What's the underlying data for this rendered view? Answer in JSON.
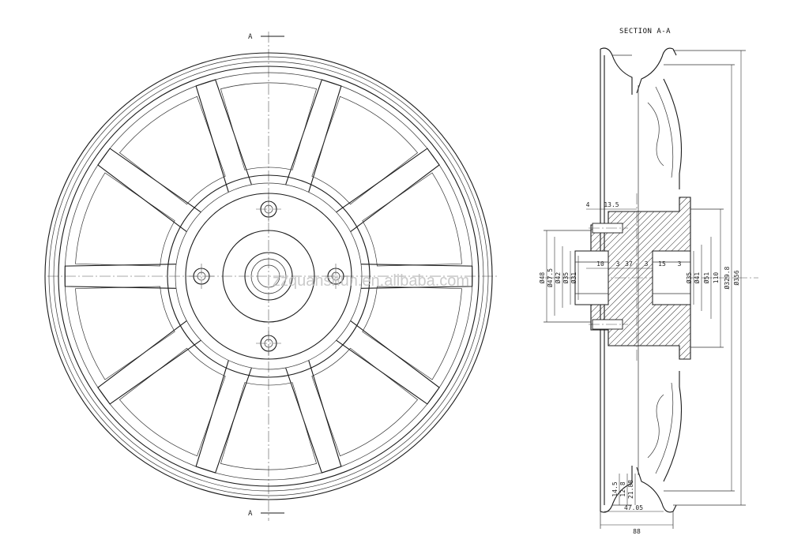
{
  "front_view": {
    "section_mark_top": "A",
    "section_mark_bottom": "A",
    "spoke_count": 10,
    "bolt_hole_count": 4
  },
  "section_view": {
    "title": "SECTION A-A",
    "left_dims": [
      "Ø48",
      "Ø47.5",
      "Ø42",
      "Ø35",
      "Ø31"
    ],
    "right_dims": [
      "Ø35",
      "Ø41",
      "Ø51",
      "110",
      "Ø329.8",
      "Ø356"
    ],
    "hub_dims": [
      "4",
      "13.5",
      "10",
      "3",
      "37",
      "3",
      "15",
      "3"
    ],
    "bottom_dims": [
      "14.5",
      "21.88",
      "12.8",
      "47.05",
      "88"
    ]
  },
  "watermark": "zzquanshun.en.alibaba.com"
}
